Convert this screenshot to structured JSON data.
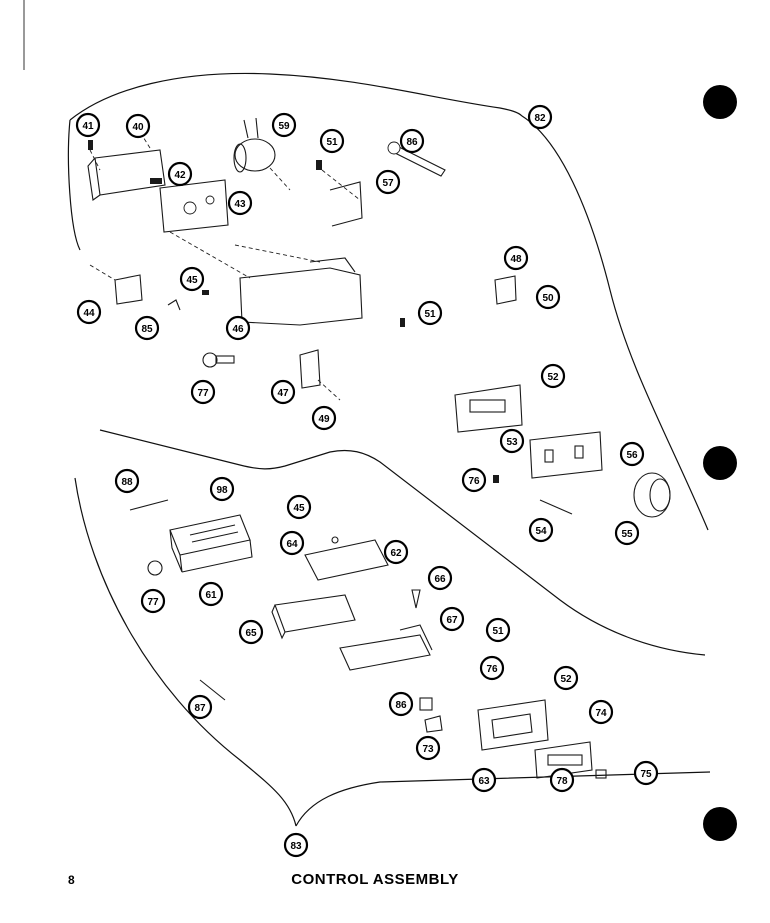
{
  "page_number": "8",
  "title": "CONTROL ASSEMBLY",
  "colors": {
    "ink": "#000000",
    "paper": "#ffffff"
  },
  "callouts": [
    {
      "id": "c41",
      "label": "41"
    },
    {
      "id": "c40",
      "label": "40"
    },
    {
      "id": "c59",
      "label": "59"
    },
    {
      "id": "c51a",
      "label": "51"
    },
    {
      "id": "c86",
      "label": "86"
    },
    {
      "id": "c82",
      "label": "82"
    },
    {
      "id": "c42",
      "label": "42"
    },
    {
      "id": "c43",
      "label": "43"
    },
    {
      "id": "c57",
      "label": "57"
    },
    {
      "id": "c48",
      "label": "48"
    },
    {
      "id": "c45a",
      "label": "45"
    },
    {
      "id": "c50",
      "label": "50"
    },
    {
      "id": "c44",
      "label": "44"
    },
    {
      "id": "c85",
      "label": "85"
    },
    {
      "id": "c46",
      "label": "46"
    },
    {
      "id": "c51b",
      "label": "51"
    },
    {
      "id": "c77a",
      "label": "77"
    },
    {
      "id": "c47",
      "label": "47"
    },
    {
      "id": "c49",
      "label": "49"
    },
    {
      "id": "c52a",
      "label": "52"
    },
    {
      "id": "c53",
      "label": "53"
    },
    {
      "id": "c56",
      "label": "56"
    },
    {
      "id": "c76a",
      "label": "76"
    },
    {
      "id": "c54",
      "label": "54"
    },
    {
      "id": "c55",
      "label": "55"
    },
    {
      "id": "c88",
      "label": "88"
    },
    {
      "id": "c98",
      "label": "98"
    },
    {
      "id": "c45b",
      "label": "45"
    },
    {
      "id": "c64",
      "label": "64"
    },
    {
      "id": "c62",
      "label": "62"
    },
    {
      "id": "c77b",
      "label": "77"
    },
    {
      "id": "c61",
      "label": "61"
    },
    {
      "id": "c66",
      "label": "66"
    },
    {
      "id": "c65",
      "label": "65"
    },
    {
      "id": "c67",
      "label": "67"
    },
    {
      "id": "c51c",
      "label": "51"
    },
    {
      "id": "c76b",
      "label": "76"
    },
    {
      "id": "c86b",
      "label": "86"
    },
    {
      "id": "c52b",
      "label": "52"
    },
    {
      "id": "c87",
      "label": "87"
    },
    {
      "id": "c73",
      "label": "73"
    },
    {
      "id": "c74",
      "label": "74"
    },
    {
      "id": "c63",
      "label": "63"
    },
    {
      "id": "c78",
      "label": "78"
    },
    {
      "id": "c75",
      "label": "75"
    },
    {
      "id": "c83",
      "label": "83"
    }
  ]
}
